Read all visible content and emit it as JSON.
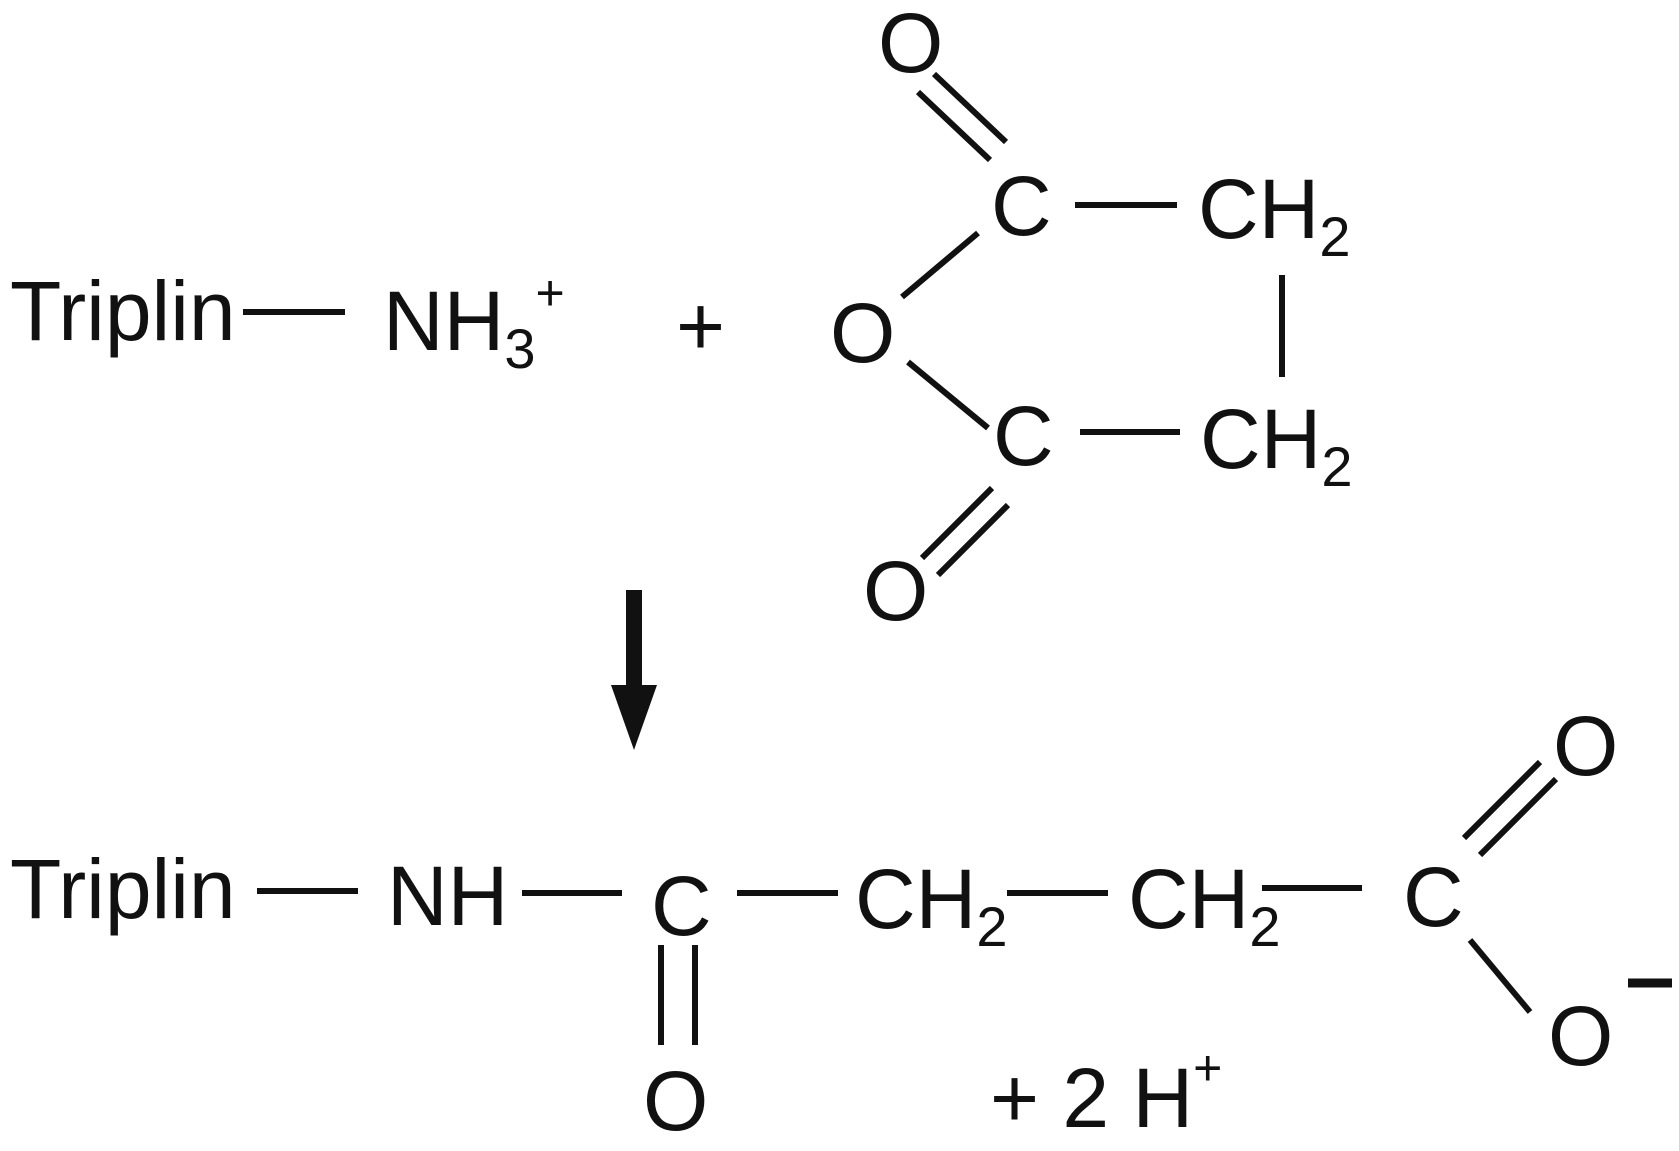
{
  "reactants": {
    "protein": {
      "name": "Triplin",
      "group": "NH",
      "group_sub": "3",
      "charge": "+"
    },
    "plus": "+",
    "anhydride": {
      "ring_oxygen": "O",
      "carbonyl_top": {
        "carbon": "C",
        "oxygen": "O"
      },
      "carbonyl_bottom": {
        "carbon": "C",
        "oxygen": "O"
      },
      "methylene_top": {
        "label": "CH",
        "sub": "2"
      },
      "methylene_bottom": {
        "label": "CH",
        "sub": "2"
      }
    }
  },
  "reaction_arrow": "down-arrow",
  "product": {
    "protein": "Triplin",
    "amide_nh": "NH",
    "amide_carbon": "C",
    "amide_oxygen": "O",
    "methylene_1": {
      "label": "CH",
      "sub": "2"
    },
    "methylene_2": {
      "label": "CH",
      "sub": "2"
    },
    "carboxyl_carbon": "C",
    "carboxyl_oxygen_double": "O",
    "carboxyl_oxygen_single": "O",
    "carboxyl_charge": "-"
  },
  "byproduct": {
    "text": "+ 2 H",
    "charge": "+"
  }
}
